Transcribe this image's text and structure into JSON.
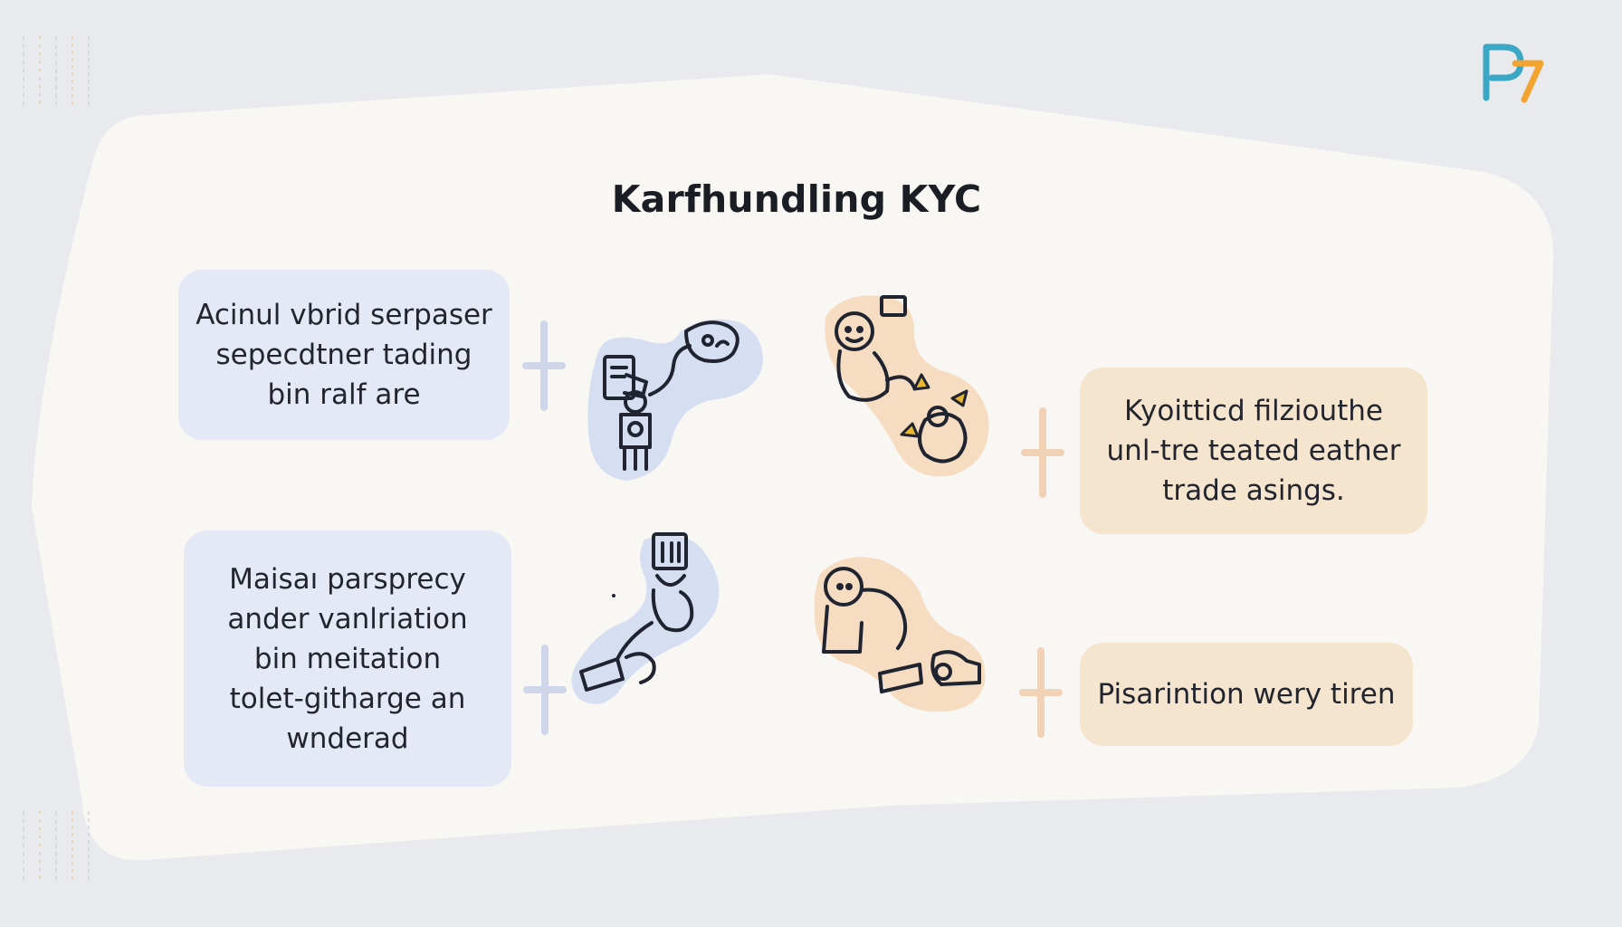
{
  "title": "Karfhundling KYC",
  "logo": {
    "text": "P7",
    "colors": {
      "p": "#3aa7c4",
      "seven": "#f3a330"
    }
  },
  "cards": [
    {
      "text": "Acinul vbrid serpaser\nsepecdtner tading\nbin ralf are",
      "tone": "blue"
    },
    {
      "text": "Maisaı parsprecy\nander vanlriation\nbin meitation\ntolet-githarge an\nwnderad",
      "tone": "blue"
    },
    {
      "text": "Kyoitticd filziouthe\nunl-tre teated eather\ntrade asings.",
      "tone": "peach"
    },
    {
      "text": "Pisarintion wery tiren",
      "tone": "peach"
    }
  ],
  "illustrations": [
    "person-with-id-document-icon",
    "person-with-document-and-coins-icon",
    "person-with-laptop-and-certificate-icon",
    "person-exchanging-cash-icon"
  ],
  "colors": {
    "background": "#e9eaee",
    "panel": "#f8f7f3",
    "blue_card": "#e4e9f5",
    "peach_card": "#f5e5cf",
    "blue_blob": "#d6def2",
    "peach_blob": "#f6dcc1",
    "accent_gold": "#e8b830",
    "ink": "#1f2430"
  }
}
